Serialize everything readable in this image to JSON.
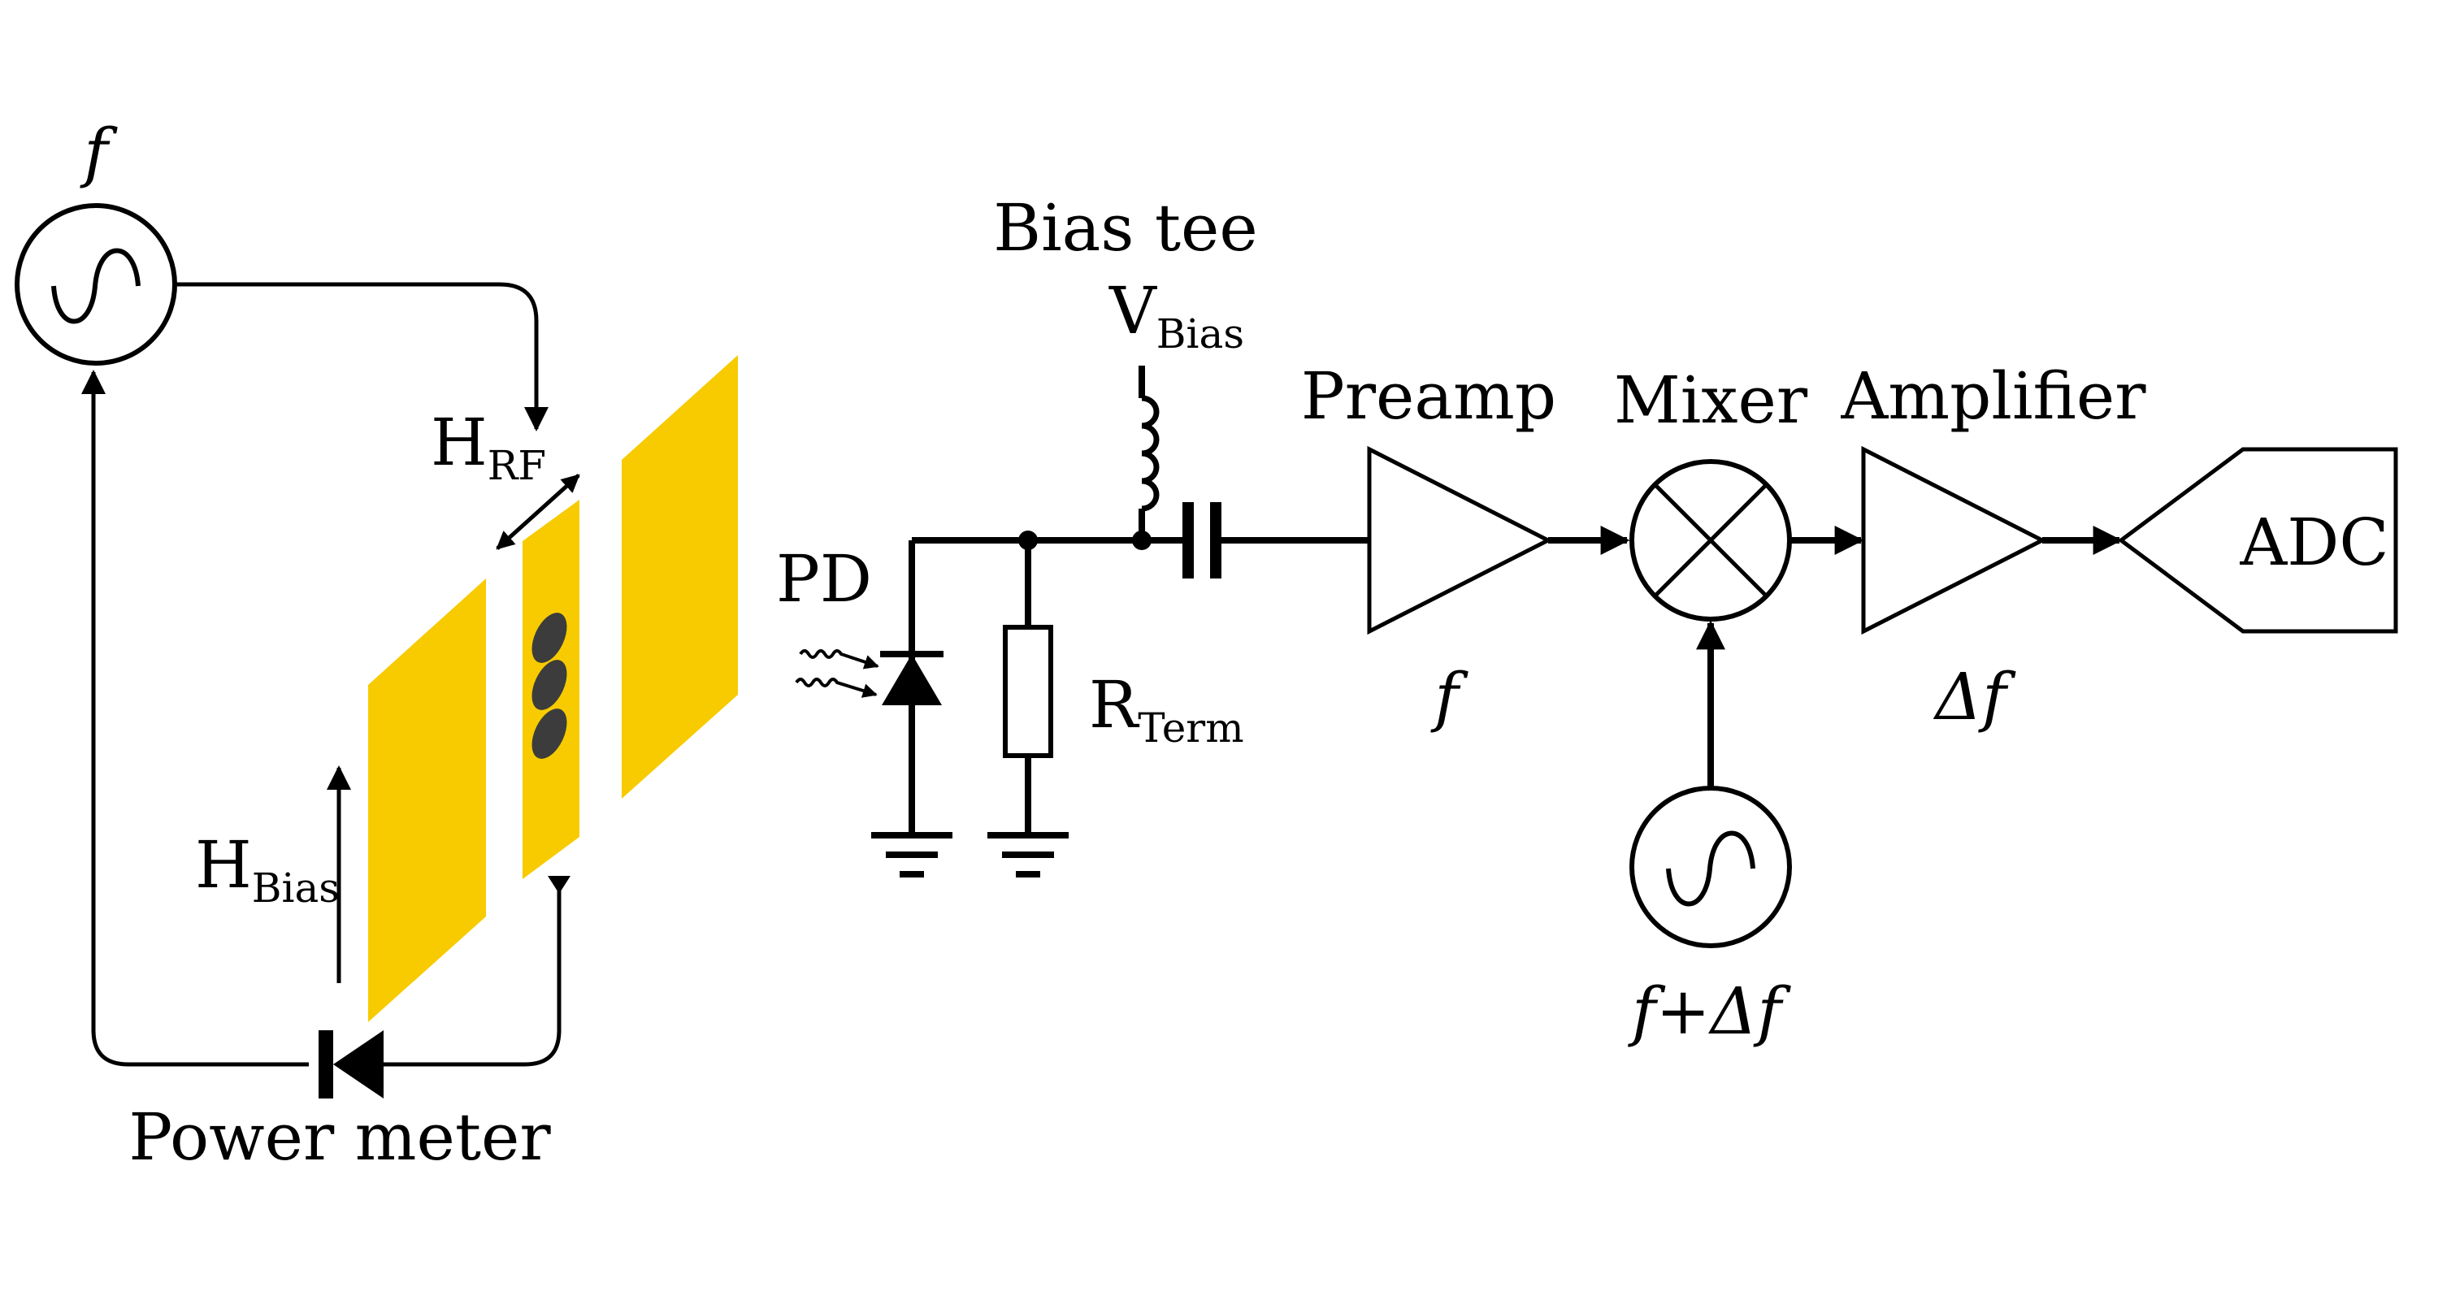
{
  "labels": {
    "source_freq": "f",
    "h_rf_main": "H",
    "h_rf_sub": "RF",
    "h_bias_main": "H",
    "h_bias_sub": "Bias",
    "power_meter": "Power meter",
    "pd": "PD",
    "bias_tee": "Bias tee",
    "v_bias_main": "V",
    "v_bias_sub": "Bias",
    "r_term_main": "R",
    "r_term_sub": "Term",
    "preamp": "Preamp",
    "preamp_freq": "f",
    "mixer": "Mixer",
    "amplifier": "Amplifier",
    "amplifier_freq": "Δf",
    "lo_freq": "f+Δf",
    "adc": "ADC"
  },
  "colors": {
    "plate": "#F7CB00",
    "sample_dot": "#3C3C3C",
    "line": "#000000"
  },
  "icons": {
    "sources": "sine-source-icon",
    "mixer": "mixer-cross-icon",
    "photodiode": "photodiode-icon",
    "ground": "ground-icon"
  }
}
